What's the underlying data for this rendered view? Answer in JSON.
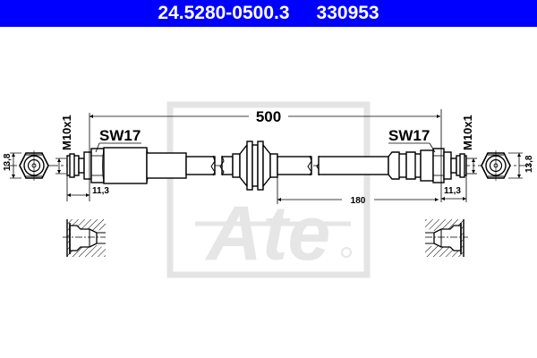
{
  "header": {
    "part_number": "24.5280-0500.3",
    "article_number": "330953",
    "background_color": "#0000ff",
    "text_color": "#ffffff"
  },
  "drawing": {
    "type": "brake-hose-technical-drawing",
    "watermark": "Ate",
    "dimensions": {
      "overall_length": "500",
      "inner_length": "180",
      "left_thread": "M10x1",
      "right_thread": "M10x1",
      "left_wrench_size": "SW17",
      "right_wrench_size": "SW17",
      "left_fitting_length": "11,3",
      "right_fitting_length": "11,3",
      "left_hex_width": "13,8",
      "right_hex_width": "13,8"
    },
    "details": {
      "left_port_section": "hatched-port-section-left",
      "right_port_section": "hatched-port-section-right"
    },
    "colors": {
      "line": "#000000",
      "watermark": "#e6e6e6",
      "part_fill": "#ffffff"
    }
  }
}
